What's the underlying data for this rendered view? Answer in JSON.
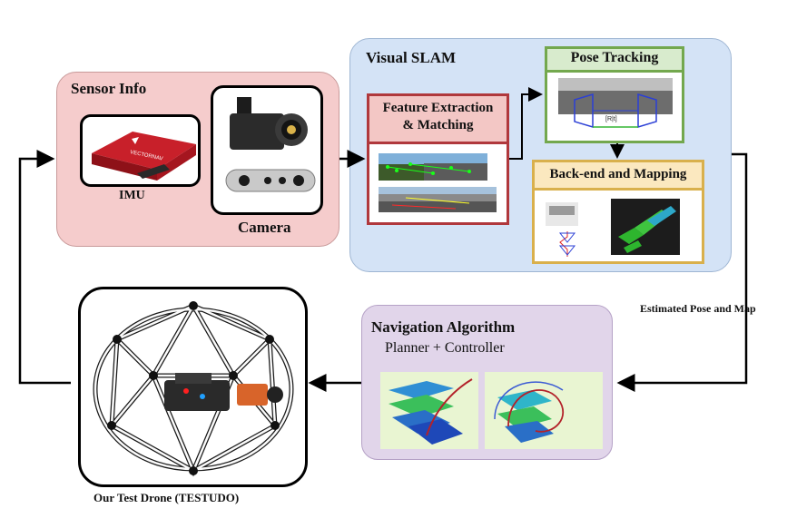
{
  "sensor_info": {
    "title": "Sensor Info",
    "imu_label": "IMU",
    "camera_label": "Camera",
    "imu_brand": "VECTORNAV"
  },
  "visual_slam": {
    "title": "Visual SLAM",
    "feature_extraction_title_line1": "Feature Extraction",
    "feature_extraction_title_line2": "& Matching",
    "pose_tracking_title": "Pose Tracking",
    "pose_matrix_label": "[R|t]",
    "backend_mapping_title": "Back-end and Mapping"
  },
  "navigation": {
    "title": "Navigation Algorithm",
    "subtitle": "Planner + Controller"
  },
  "drone": {
    "caption": "Our Test Drone (TESTUDO)"
  },
  "edge_labels": {
    "estimated_pose_and_map": "Estimated Pose and Map"
  },
  "colors": {
    "sensor_panel": "#f5cccc",
    "slam_panel": "#d4e3f6",
    "feature_border": "#b0383c",
    "pose_border": "#73a84e",
    "backend_border": "#d9b04c",
    "nav_panel": "#e1d5ea"
  }
}
